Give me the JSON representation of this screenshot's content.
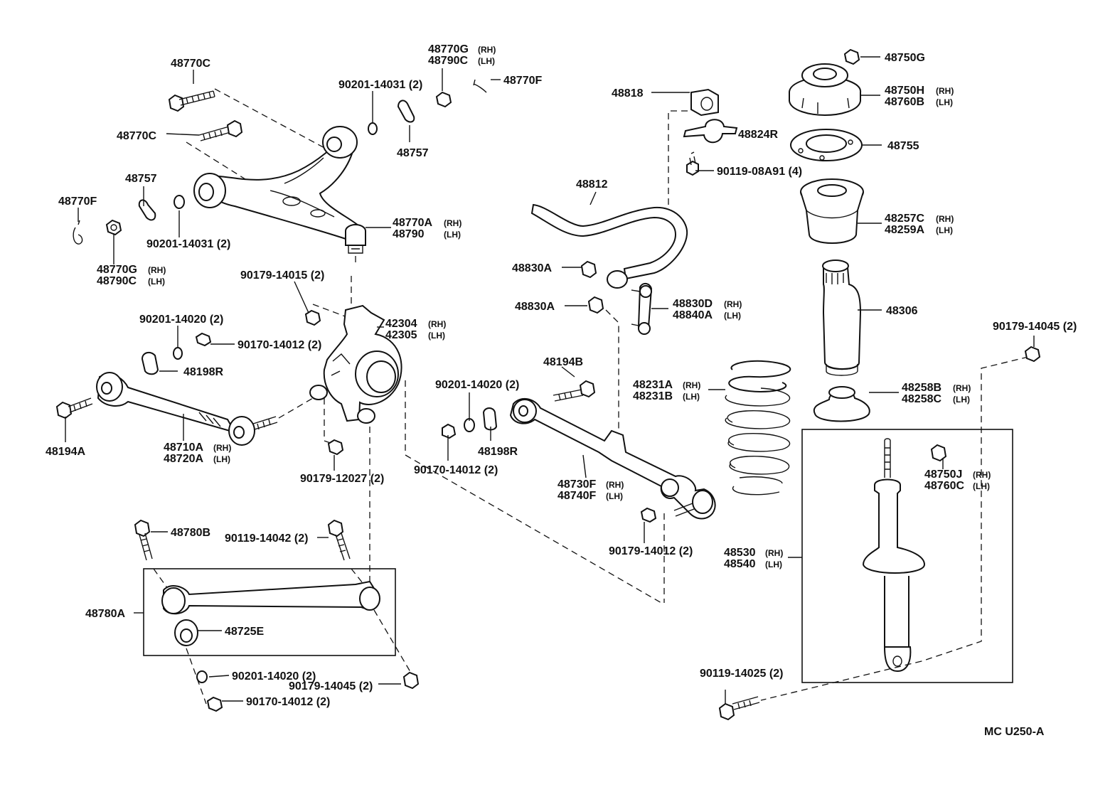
{
  "diagram_code": "MC  U250-A",
  "labels": {
    "l1": "48770C",
    "l2": "48770C",
    "l3": "48757",
    "l4": "48770F",
    "l5": "90201-14031 (2)",
    "l6": "48770G",
    "l6s": "(RH)",
    "l7": "48790C",
    "l7s": "(LH)",
    "l8": "90201-14031 (2)",
    "l9": "48770G",
    "l9s": "(RH)",
    "l10": "48790C",
    "l10s": "(LH)",
    "l11": "48770F",
    "l12": "48757",
    "l13": "48770A",
    "l13s": "(RH)",
    "l14": "48790",
    "l14s": "(LH)",
    "l15": "90179-14015 (2)",
    "l16": "90201-14020 (2)",
    "l17": "90170-14012 (2)",
    "l18": "42304",
    "l18s": "(RH)",
    "l19": "42305",
    "l19s": "(LH)",
    "l20": "48198R",
    "l21": "48194A",
    "l22": "48710A",
    "l22s": "(RH)",
    "l23": "48720A",
    "l23s": "(LH)",
    "l24": "90179-12027 (2)",
    "l25": "48780B",
    "l26": "90119-14042 (2)",
    "l27": "48780A",
    "l28": "48725E",
    "l29": "90201-14020 (2)",
    "l30": "90179-14045 (2)",
    "l31": "90170-14012 (2)",
    "l32": "48818",
    "l33": "48824R",
    "l34": "48812",
    "l35": "90119-08A91 (4)",
    "l36": "48830A",
    "l37": "48830A",
    "l38": "48830D",
    "l38s": "(RH)",
    "l39": "48840A",
    "l39s": "(LH)",
    "l40": "48194B",
    "l41": "90201-14020 (2)",
    "l42": "48198R",
    "l43": "90170-14012 (2)",
    "l44": "48730F",
    "l44s": "(RH)",
    "l45": "48740F",
    "l45s": "(LH)",
    "l46": "90179-14012 (2)",
    "l47": "48231A",
    "l47s": "(RH)",
    "l48": "48231B",
    "l48s": "(LH)",
    "l49": "48750G",
    "l50": "48750H",
    "l50s": "(RH)",
    "l51": "48760B",
    "l51s": "(LH)",
    "l52": "48755",
    "l53": "48257C",
    "l53s": "(RH)",
    "l54": "48259A",
    "l54s": "(LH)",
    "l55": "48306",
    "l56": "90179-14045 (2)",
    "l57": "48258B",
    "l57s": "(RH)",
    "l58": "48258C",
    "l58s": "(LH)",
    "l59": "48750J",
    "l59s": "(RH)",
    "l60": "48760C",
    "l60s": "(LH)",
    "l61": "48530",
    "l61s": "(RH)",
    "l62": "48540",
    "l62s": "(LH)",
    "l63": "90119-14025 (2)"
  }
}
